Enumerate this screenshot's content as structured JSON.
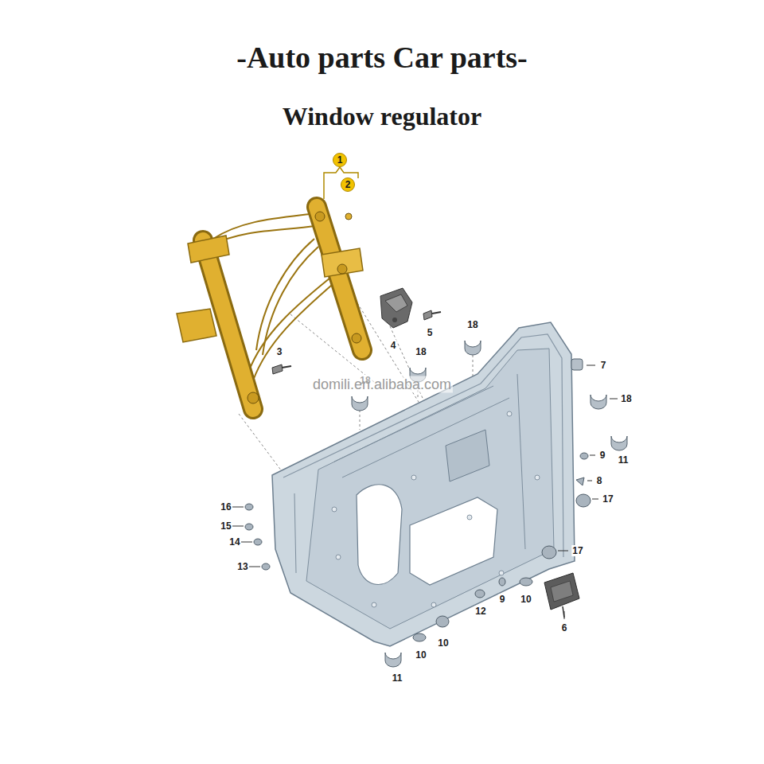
{
  "diagram": {
    "title": "-Auto parts Car parts-",
    "labels": [
      "Window regulator",
      "1",
      "2",
      "3",
      "4",
      "5",
      "18",
      "18",
      "18",
      "7",
      "18",
      "9",
      "11",
      "8",
      "17",
      "16",
      "15",
      "14",
      "13",
      "17",
      "12",
      "9",
      "10",
      "6",
      "10",
      "10",
      "11",
      "domili.en.alibaba.com"
    ]
  }
}
